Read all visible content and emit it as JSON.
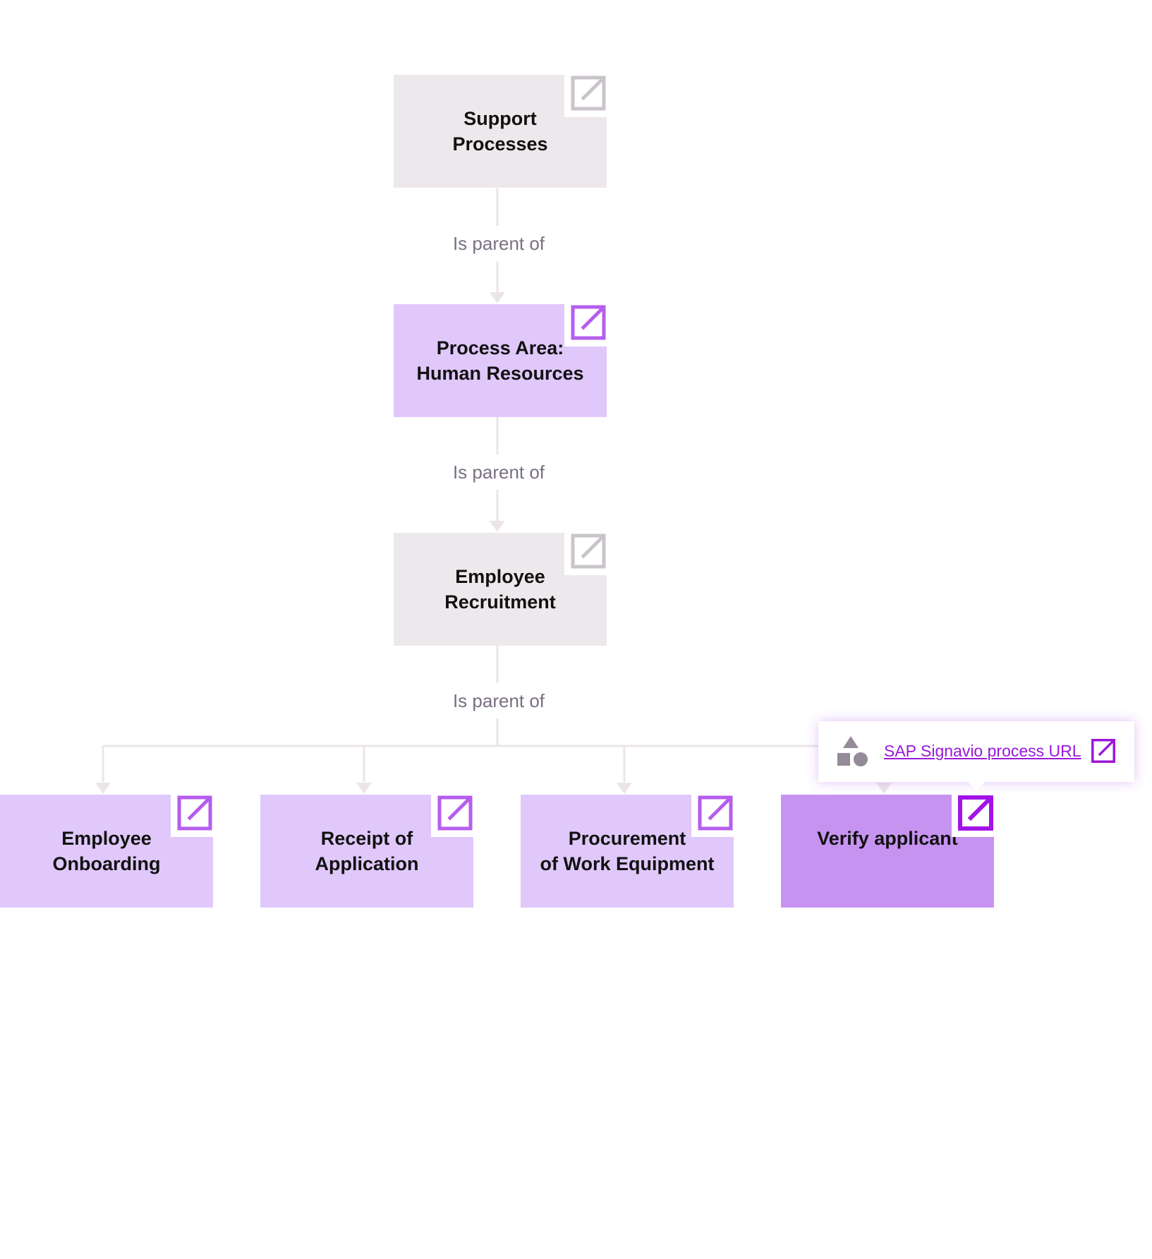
{
  "diagram": {
    "nodes": [
      {
        "id": "support-processes",
        "label": "Support\nProcesses",
        "style": "grey"
      },
      {
        "id": "process-area-hr",
        "label": "Process Area:\nHuman Resources",
        "style": "lavender"
      },
      {
        "id": "employee-recruitment",
        "label": "Employee\nRecruitment",
        "style": "grey"
      },
      {
        "id": "employee-onboarding",
        "label": "Employee\nOnboarding",
        "style": "lavender"
      },
      {
        "id": "receipt-of-application",
        "label": "Receipt of\nApplication",
        "style": "lavender"
      },
      {
        "id": "procurement-work-equipment",
        "label": "Procurement\nof Work Equipment",
        "style": "lavender"
      },
      {
        "id": "verify-applicant",
        "label": "Verify applicant",
        "style": "active"
      }
    ],
    "edges": [
      {
        "from": "support-processes",
        "to": "process-area-hr",
        "label": "Is parent of"
      },
      {
        "from": "process-area-hr",
        "to": "employee-recruitment",
        "label": "Is parent of"
      },
      {
        "from": "employee-recruitment",
        "to": [
          "employee-onboarding",
          "receipt-of-application",
          "procurement-work-equipment",
          "verify-applicant"
        ],
        "label": "Is parent of"
      }
    ]
  },
  "tooltip": {
    "link_text": "SAP Signavio process URL",
    "shapes_icon": "shapes-icon",
    "link_icon": "external-link-icon"
  },
  "icons": {
    "node_link_icon": "external-link-icon"
  },
  "colors": {
    "grey_node": "#ede8ec",
    "lavender_node": "#e0c8fb",
    "active_node": "#c793f0",
    "connector": "#ebe5ea",
    "edge_label": "#7a6f80",
    "link_accent": "#9a17d9",
    "icon_grey": "#c9c4ca",
    "icon_purple": "#b65ded",
    "icon_purple_active": "#a214e6"
  }
}
